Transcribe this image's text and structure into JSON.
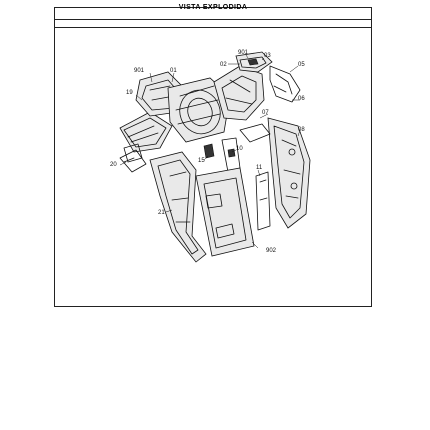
{
  "document": {
    "title": "VISTA EXPLODIDA"
  },
  "diagram": {
    "labels": [
      {
        "id": "901a",
        "text": "901"
      },
      {
        "id": "01",
        "text": "01"
      },
      {
        "id": "19",
        "text": "19"
      },
      {
        "id": "901b",
        "text": "901"
      },
      {
        "id": "03",
        "text": "03"
      },
      {
        "id": "02",
        "text": "02"
      },
      {
        "id": "05",
        "text": "05"
      },
      {
        "id": "06",
        "text": "06"
      },
      {
        "id": "07",
        "text": "07"
      },
      {
        "id": "08",
        "text": "08"
      },
      {
        "id": "10",
        "text": "10"
      },
      {
        "id": "11",
        "text": "11"
      },
      {
        "id": "15",
        "text": "15"
      },
      {
        "id": "20",
        "text": "20"
      },
      {
        "id": "21",
        "text": "21"
      },
      {
        "id": "902",
        "text": "902"
      }
    ]
  }
}
